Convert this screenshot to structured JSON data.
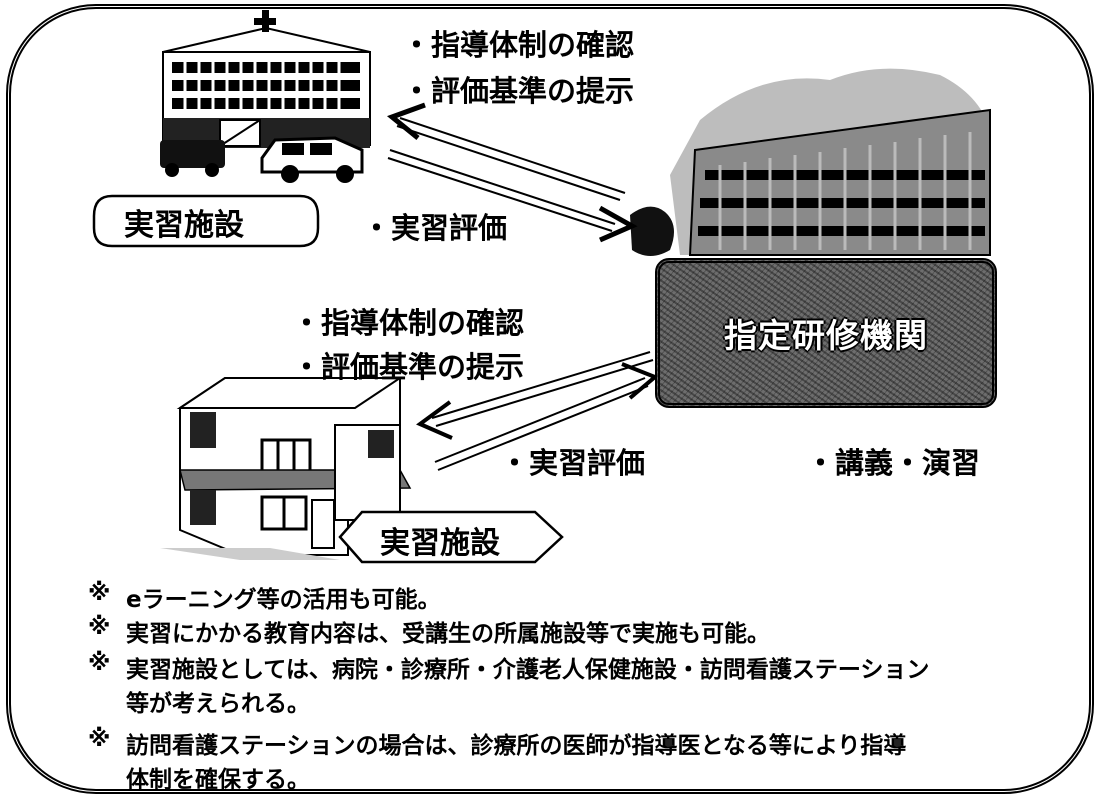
{
  "top_flow": {
    "item1": "・指導体制の確認",
    "item2": "・評価基準の提示",
    "evaluation": "・実習評価"
  },
  "bottom_flow": {
    "item1": "・指導体制の確認",
    "item2": "・評価基準の提示",
    "evaluation": "・実習評価"
  },
  "facility_top_label": "実習施設",
  "facility_bottom_label": "実習施設",
  "training_agency_label": "指定研修機関",
  "lecture_label": "・講義・演習",
  "notes": [
    {
      "mark": "※",
      "text": "eラーニング等の活用も可能。"
    },
    {
      "mark": "※",
      "text": "実習にかかる教育内容は、受講生の所属施設等で実施も可能。"
    },
    {
      "mark": "※",
      "text": "実習施設としては、病院・診療所・介護老人保健施設・訪問看護ステーション"
    },
    {
      "mark": "",
      "text": "等が考えられる。"
    },
    {
      "mark": "※",
      "text": "訪問看護ステーションの場合は、診療所の医師が指導医となる等により指導"
    },
    {
      "mark": "",
      "text": "体制を確保する。"
    }
  ]
}
